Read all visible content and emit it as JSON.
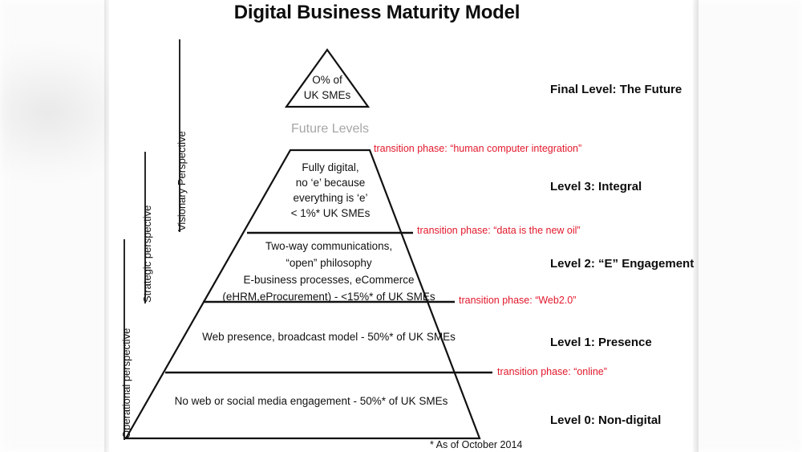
{
  "title": "Digital Business Maturity Model",
  "future_levels_label": "Future Levels",
  "footnote": "* As of October 2014",
  "colors": {
    "transition_red": "#e2182b",
    "future_gray": "#a6a6a6",
    "ink": "#111111"
  },
  "perspectives": [
    {
      "id": "operational",
      "label": "Operational perspective"
    },
    {
      "id": "strategic",
      "label": "Strategic perspective"
    },
    {
      "id": "visionary",
      "label": "Visionary Perspective"
    }
  ],
  "apex": {
    "line1": "O% of",
    "line2": "UK SMEs"
  },
  "levels": [
    {
      "id": "final",
      "right_label": "Final Level: The Future",
      "body_lines": [
        "O% of",
        "UK SMEs"
      ]
    },
    {
      "id": "level3",
      "right_label": "Level 3: Integral",
      "body_lines": [
        "Fully digital,",
        "no ‘e’ because",
        "everything is ‘e’",
        "< 1%* UK SMEs"
      ]
    },
    {
      "id": "level2",
      "right_label": "Level 2: “E” Engagement",
      "body_lines": [
        "Two-way communications,",
        "“open” philosophy",
        "E-business processes, eCommerce",
        "(eHRM,eProcurement) - <15%* of UK SMEs"
      ]
    },
    {
      "id": "level1",
      "right_label": "Level 1: Presence",
      "body_lines": [
        "Web presence, broadcast model - 50%* of UK SMEs"
      ]
    },
    {
      "id": "level0",
      "right_label": "Level 0: Non-digital",
      "body_lines": [
        "No web or social media engagement - 50%* of UK SMEs"
      ]
    }
  ],
  "transitions": [
    {
      "id": "human-computer-integration",
      "label": "transition phase: “human computer integration”"
    },
    {
      "id": "data-is-the-new-oil",
      "label": "transition phase: “data is the new oil”"
    },
    {
      "id": "web20",
      "label": "transition phase: “Web2.0”"
    },
    {
      "id": "online",
      "label": "transition phase: “online”"
    }
  ],
  "chart_data": {
    "type": "diagram",
    "title": "Digital Business Maturity Model",
    "shape": "pyramid",
    "tiers": [
      {
        "level": "Final Level: The Future",
        "share_uk_smes": "O%"
      },
      {
        "level": "Level 3: Integral",
        "share_uk_smes": "< 1%*"
      },
      {
        "level": "Level 2: “E” Engagement",
        "share_uk_smes": "<15%*"
      },
      {
        "level": "Level 1: Presence",
        "share_uk_smes": "50%*"
      },
      {
        "level": "Level 0: Non-digital",
        "share_uk_smes": "50%*"
      }
    ]
  }
}
